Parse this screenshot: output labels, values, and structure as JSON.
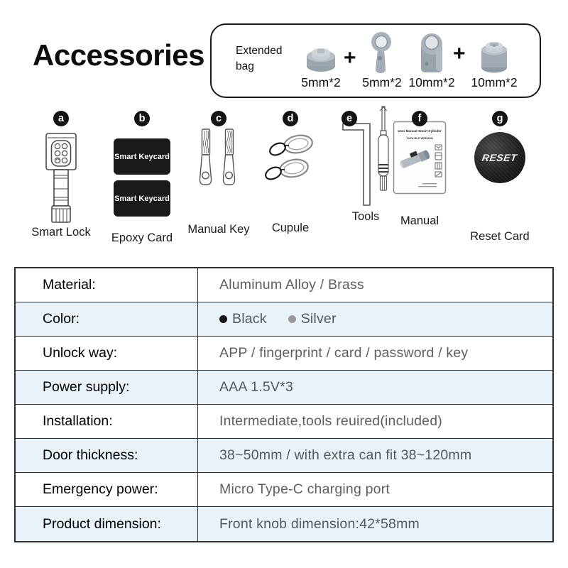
{
  "page": {
    "title": "Accessories"
  },
  "extended_bag": {
    "label": "Extended bag",
    "plus": "+",
    "items": [
      {
        "icon": "spacer-puck-icon",
        "size": "5mm*2"
      },
      {
        "icon": "ring-adapter-icon",
        "size": "5mm*2"
      },
      {
        "icon": "sleeve-adapter-icon",
        "size": "10mm*2"
      },
      {
        "icon": "knob-cap-icon",
        "size": "10mm*2"
      }
    ]
  },
  "accessories": [
    {
      "letter": "a",
      "label": "Smart Lock"
    },
    {
      "letter": "b",
      "label": "Epoxy Card",
      "card_text": "Smart Keycard"
    },
    {
      "letter": "c",
      "label": "Manual Key"
    },
    {
      "letter": "d",
      "label": "Cupule"
    },
    {
      "letter": "e",
      "label": "Tools"
    },
    {
      "letter": "f",
      "label": "Manual",
      "manual": {
        "title": "User Manual-Smart Cylinder",
        "subtitle": "TUYA BLE VERSION"
      }
    },
    {
      "letter": "g",
      "label": "Reset Card",
      "reset_text": "RESET"
    }
  ],
  "spec_table": {
    "stripe_color": "#e8f2f8",
    "border_color": "#2f2f2f",
    "rows": [
      {
        "label": "Material:",
        "value": "Aluminum Alloy / Brass"
      },
      {
        "label": "Color:",
        "options": [
          {
            "name": "Black",
            "dot": "#141414"
          },
          {
            "name": "Silver",
            "dot": "#9a9a9a"
          }
        ]
      },
      {
        "label": "Unlock way:",
        "value": "APP / fingerprint / card / password / key"
      },
      {
        "label": "Power supply:",
        "value": "AAA 1.5V*3"
      },
      {
        "label": "Installation:",
        "value": "Intermediate,tools reuired(included)"
      },
      {
        "label": "Door thickness:",
        "value": "38~50mm / with extra can fit 38~120mm"
      },
      {
        "label": "Emergency power:",
        "value": "Micro Type-C charging port"
      },
      {
        "label": "Product dimension:",
        "value": "Front knob dimension:42*58mm"
      }
    ]
  }
}
